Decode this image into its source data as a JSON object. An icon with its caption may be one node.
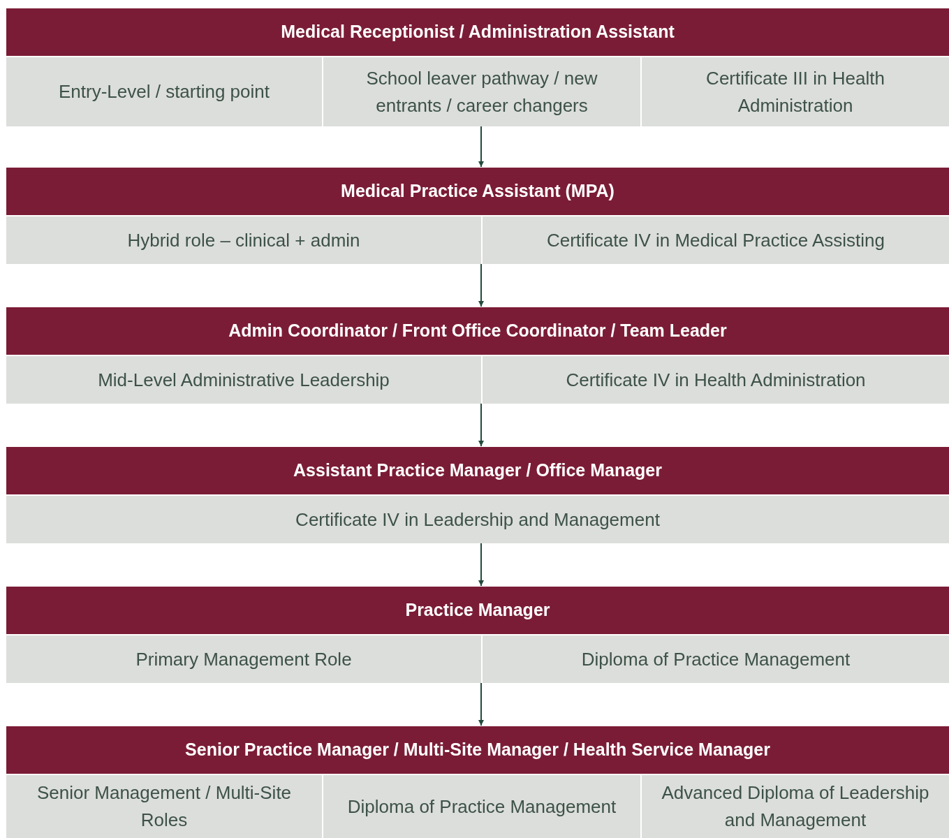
{
  "diagram": {
    "nodes": [
      {
        "text": [
          "Medical Receptionist / Administration Assistant"
        ]
      },
      {
        "text": [
          "Entry-Level / starting point"
        ]
      },
      {
        "text": [
          "School leaver pathway / new entrants / career changers"
        ]
      },
      {
        "text": [
          "Certificate III in Health Administration"
        ]
      },
      {
        "text": [
          "Medical Practice Assistant (MPA)"
        ]
      },
      {
        "text": [
          "Hybrid role – clinical + admin"
        ]
      },
      {
        "text": [
          "Certificate IV in Medical Practice Assisting"
        ]
      },
      {
        "text": [
          "Admin Coordinator / Front Office Coordinator / Team Leader"
        ]
      },
      {
        "text": [
          "Mid-Level Administrative Leadership"
        ]
      },
      {
        "text": [
          "Certificate IV in Health Administration"
        ]
      },
      {
        "text": [
          "Assistant Practice Manager / Office Manager"
        ]
      },
      {
        "text": [
          "Certificate IV in Leadership and Management"
        ]
      },
      {
        "text": [
          "Practice Manager"
        ]
      },
      {
        "text": [
          "Primary Management Role"
        ]
      },
      {
        "text": [
          "Diploma of Practice Management"
        ]
      },
      {
        "text": [
          "Senior Practice Manager / Multi-Site Manager / Health Service Manager"
        ]
      },
      {
        "text": [
          "Senior Management / Multi-Site Roles"
        ]
      },
      {
        "text": [
          "Diploma of Practice Management"
        ]
      },
      {
        "text": [
          "Advanced Diploma of Leadership and Management"
        ]
      }
    ],
    "edges": [
      {
        "from": 2,
        "to": 4,
        "arrow": "to"
      },
      {
        "from": 5,
        "to": 7,
        "arrow": "to"
      },
      {
        "from": 8,
        "to": 10,
        "arrow": "to"
      },
      {
        "from": 11,
        "to": 12,
        "arrow": "to"
      },
      {
        "from": 13,
        "to": 15,
        "arrow": "to"
      }
    ]
  }
}
